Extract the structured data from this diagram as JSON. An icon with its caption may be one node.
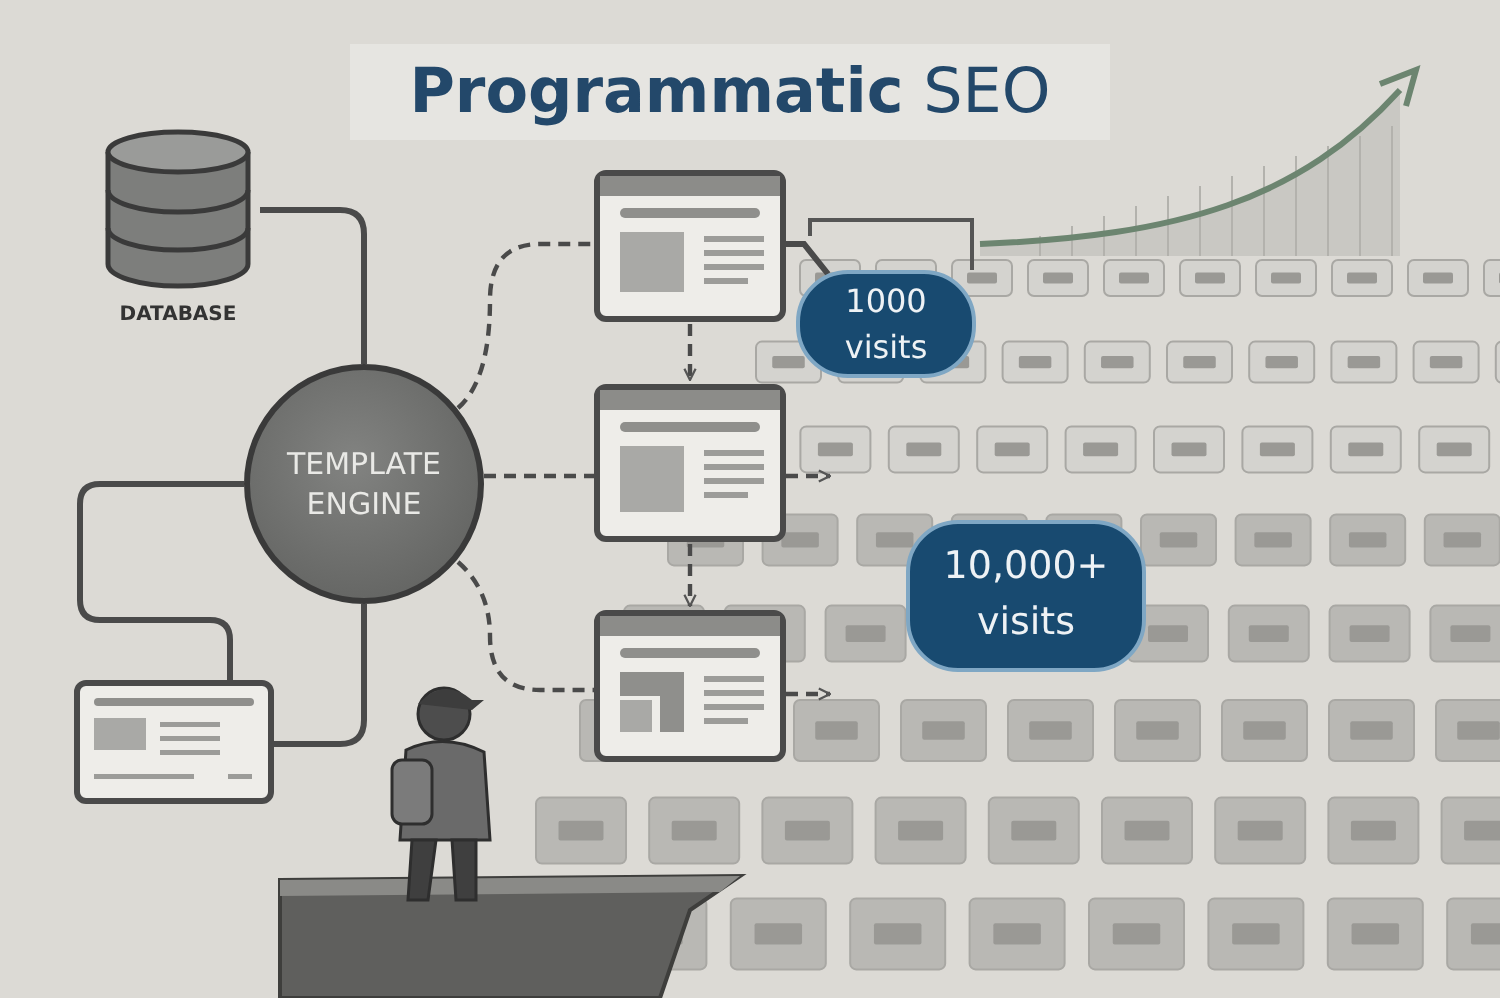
{
  "diagram": {
    "title": "**Programmatic** SEO",
    "nodes": [
      {
        "text": [
          "DATABASE"
        ]
      },
      {
        "text": [
          "TEMPLATE ENGINE"
        ]
      },
      {
        "text": [],
        "shape": "picture"
      },
      {
        "text": [],
        "shape": "picture"
      },
      {
        "text": [],
        "shape": "picture"
      },
      {
        "text": [],
        "shape": "picture"
      },
      {
        "text": [
          "1000 visits"
        ]
      },
      {
        "text": [
          "10,000+ visits"
        ]
      }
    ],
    "edges": [
      {
        "from": 0,
        "to": 1,
        "arrow": "none"
      },
      {
        "from": 1,
        "to": 5,
        "arrow": "none"
      },
      {
        "from": 1,
        "to": 5,
        "arrow": "none"
      },
      {
        "from": 1,
        "to": 2,
        "arrow": "none",
        "style": "dashed"
      },
      {
        "from": 1,
        "to": 3,
        "arrow": "none",
        "style": "dashed"
      },
      {
        "from": 1,
        "to": 4,
        "arrow": "none",
        "style": "dashed"
      },
      {
        "from": 2,
        "to": 3,
        "arrow": "to",
        "style": "dashed"
      },
      {
        "from": 3,
        "to": 4,
        "arrow": "to",
        "style": "dashed"
      },
      {
        "from": 2,
        "to": 6,
        "arrow": "none"
      },
      {
        "from": 3,
        "to": null,
        "arrow": "to",
        "style": "dashed"
      },
      {
        "from": 4,
        "to": null,
        "arrow": "to",
        "style": "dashed"
      }
    ]
  }
}
